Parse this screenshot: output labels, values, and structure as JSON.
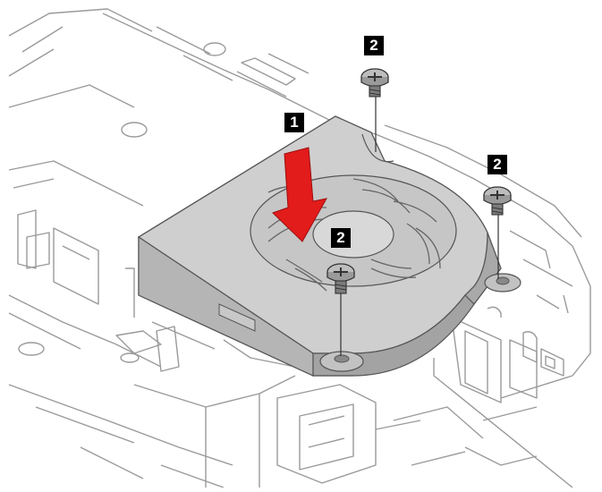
{
  "figure": {
    "description_icons": [
      "fan-icon",
      "screw-icon",
      "arrow-down-icon"
    ],
    "colors": {
      "chassis_line": "#9a9a9a",
      "fan_body": "#cfcfcf",
      "fan_shadow": "#a9a9a9",
      "arrow_red": "#e21b1b",
      "callout_bg": "#000000",
      "callout_text": "#ffffff"
    },
    "callouts": [
      {
        "id": "step-1",
        "label": "1"
      },
      {
        "id": "step-2-top",
        "label": "2"
      },
      {
        "id": "step-2-right",
        "label": "2"
      },
      {
        "id": "step-2-center",
        "label": "2"
      }
    ]
  }
}
